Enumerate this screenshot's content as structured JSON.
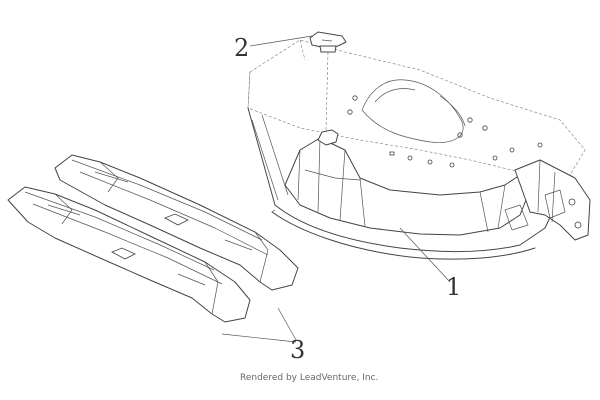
{
  "diagram": {
    "callouts": [
      {
        "id": "1",
        "label": "1"
      },
      {
        "id": "2",
        "label": "2"
      },
      {
        "id": "3",
        "label": "3"
      }
    ],
    "credit": "Rendered by LeadVenture, Inc."
  },
  "colors": {
    "line": "#444444",
    "background": "#ffffff"
  }
}
